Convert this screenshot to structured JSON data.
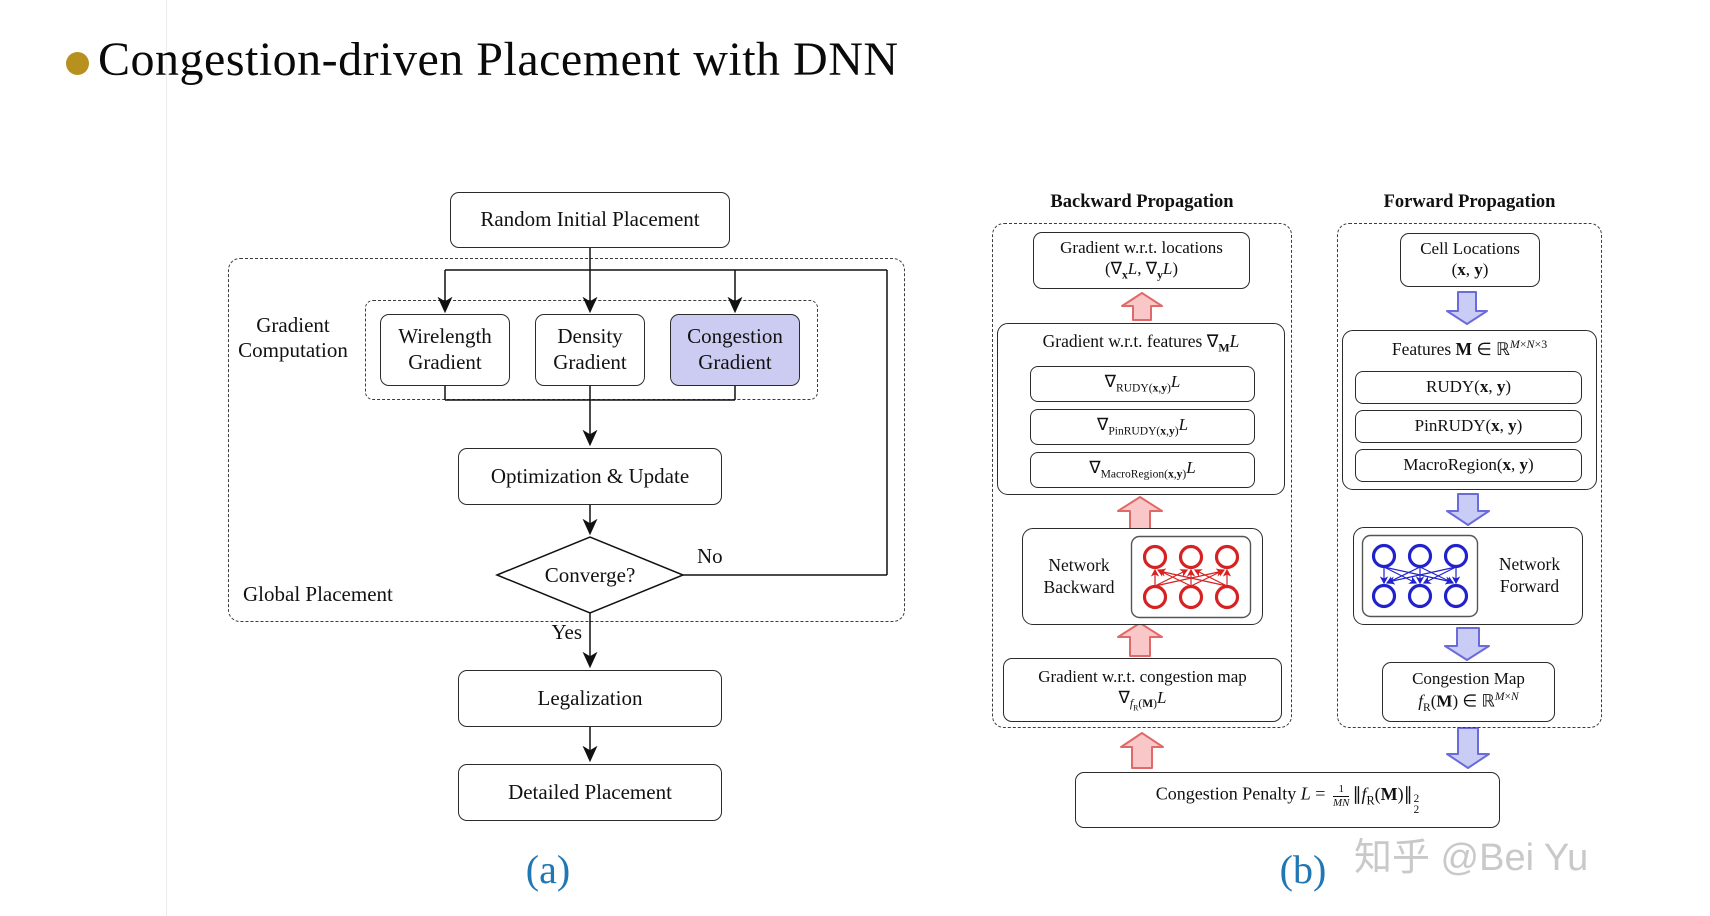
{
  "slide": {
    "title": "Congestion-driven Placement with DNN",
    "caption_a": "(a)",
    "caption_b": "(b)",
    "watermark": "知乎 @Bei Yu"
  },
  "colors": {
    "bullet_gold": "#b8901e",
    "highlight_lavender": "#ccccf2",
    "backward_red": "#d62222",
    "forward_blue": "#2222cc",
    "pink_arrow_fill": "#f9c7c7",
    "pink_arrow_stroke": "#e06969",
    "blue_arrow_fill": "#c9ccf4",
    "blue_arrow_stroke": "#6b6bdc",
    "caption_blue": "#2077b4"
  },
  "flow_a": {
    "random_initial": "Random Initial Placement",
    "gradient_computation": "Gradient Computation",
    "wirelength": "Wirelength Gradient",
    "density": "Density Gradient",
    "congestion": "Congestion Gradient",
    "optimization": "Optimization & Update",
    "converge": "Converge?",
    "no": "No",
    "yes": "Yes",
    "global_placement": "Global Placement",
    "legalization": "Legalization",
    "detailed": "Detailed Placement"
  },
  "flow_b": {
    "backward_title": "Backward Propagation",
    "forward_title": "Forward Propagation",
    "grad_locations_title": "Gradient w.r.t. locations",
    "grad_locations_math": "(∇<sub><b>x</b></sub><i>L</i>, ∇<sub><b>y</b></sub><i>L</i>)",
    "grad_features_title": "Gradient w.r.t. features ∇<sub><b>M</b></sub><i>L</i>",
    "grad_rudy": "∇<sub>RUDY(<b>x</b>,<b>y</b>)</sub><i>L</i>",
    "grad_pinrudy": "∇<sub>PinRUDY(<b>x</b>,<b>y</b>)</sub><i>L</i>",
    "grad_macroregion": "∇<sub>MacroRegion(<b>x</b>,<b>y</b>)</sub><i>L</i>",
    "network_backward": "Network Backward",
    "grad_congmap_title": "Gradient w.r.t. congestion map",
    "grad_congmap_math": "∇<sub><i>f</i><sub>R</sub>(<b>M</b>)</sub><i>L</i>",
    "cell_locations_title": "Cell Locations",
    "cell_locations_math": "(<b>x</b>, <b>y</b>)",
    "features_title": "Features <b>M</b> ∈ ℝ<sup><i>M</i>×<i>N</i>×3</sup>",
    "feat_rudy": "RUDY(<b>x</b>, <b>y</b>)",
    "feat_pinrudy": "PinRUDY(<b>x</b>, <b>y</b>)",
    "feat_macroregion": "MacroRegion(<b>x</b>, <b>y</b>)",
    "network_forward": "Network Forward",
    "congestion_map_title": "Congestion Map",
    "congestion_map_math": "<i>f</i><sub>R</sub>(<b>M</b>) ∈ ℝ<sup><i>M</i>×<i>N</i></sup>",
    "penalty": "Congestion Penalty <i>L</i> = <span class=\"frac\"><span class=\"fnum\">1</span><span class=\"fden\"><i>MN</i></span></span><span>∥<i>f</i><sub>R</sub>(<b>M</b>)∥</span><span class=\"ss\"><span>2</span><span>2</span></span>"
  }
}
